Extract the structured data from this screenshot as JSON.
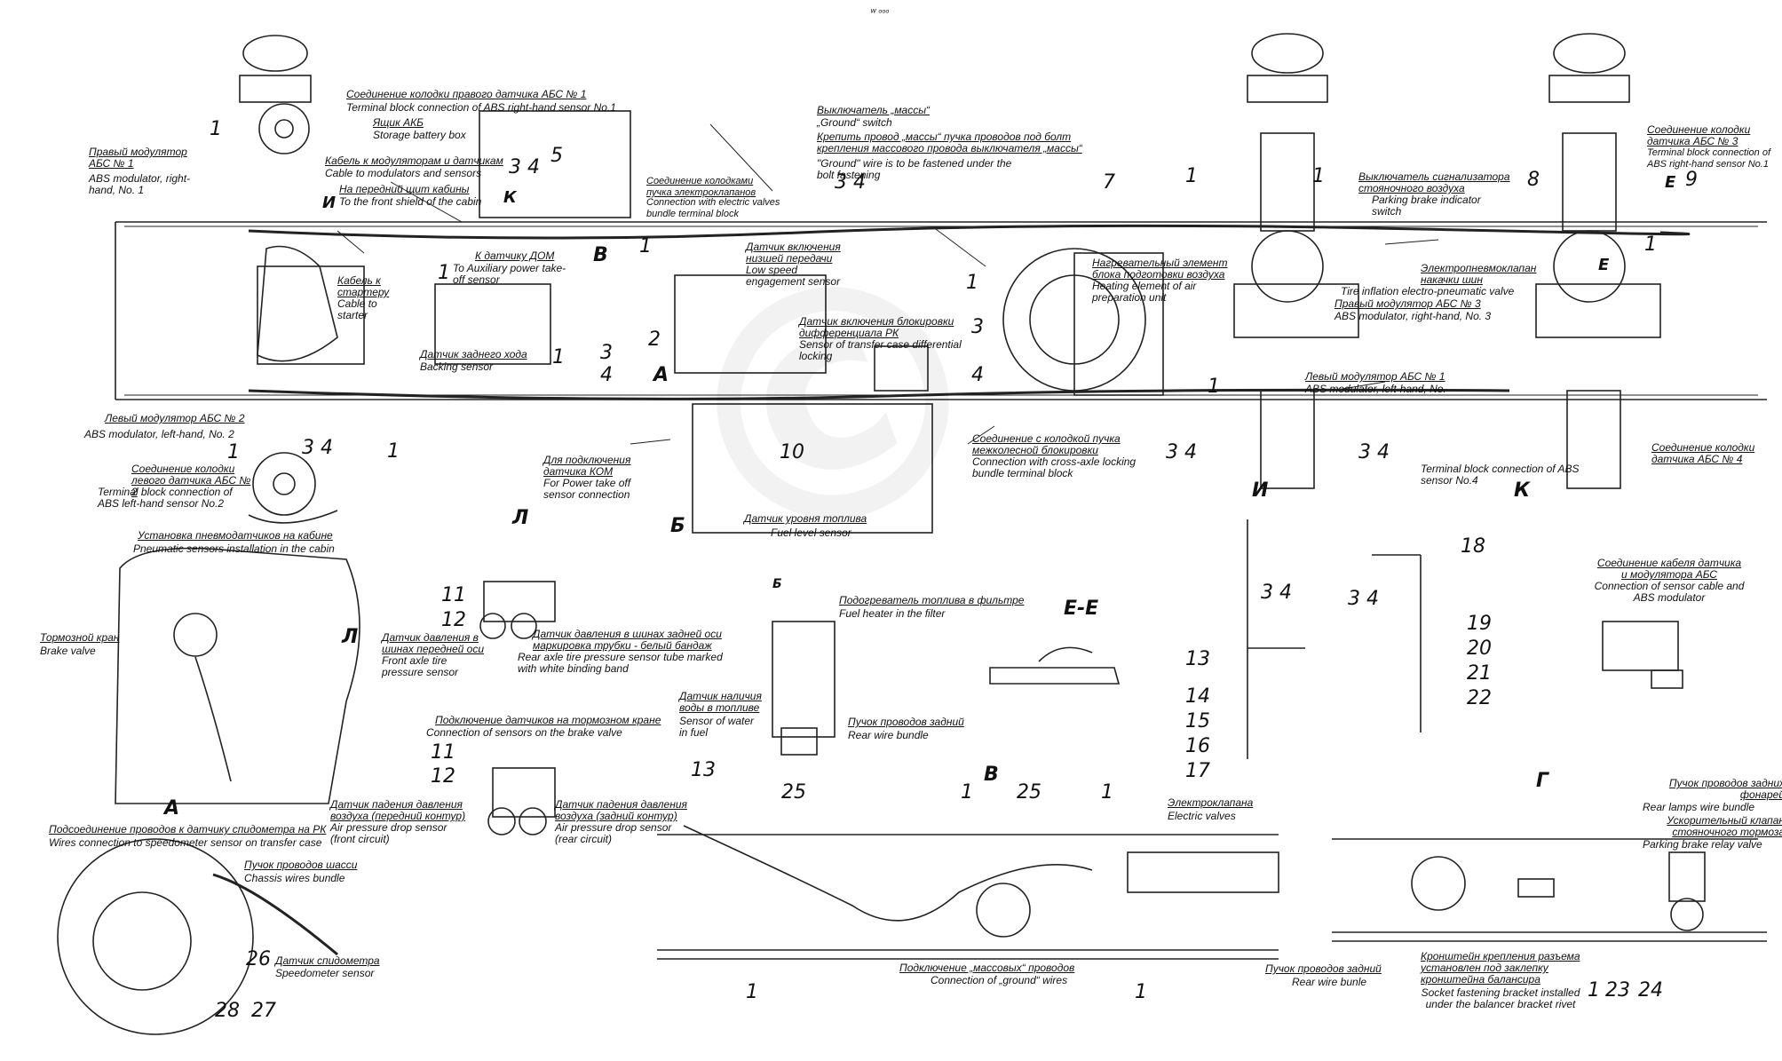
{
  "top_mark": "ᵂ ᵒᵒᵒ",
  "labels": {
    "abs1_conn_ru": "Соединение колодки правого датчика АБС № 1",
    "abs1_conn_en": "Terminal block connection of ABS right-hand sensor No.1",
    "battery_ru": "Ящик АКБ",
    "battery_en": "Storage battery box",
    "cable_mod_ru": "Кабель к модуляторам и датчикам",
    "cable_mod_en": "Cable to modulators and sensors",
    "front_shield_ru": "На передний щит кабины",
    "front_shield_en": "To the front shield of the cabin",
    "right_mod_ru": "Правый модулятор АБС № 1",
    "right_mod_en": "ABS modulator, right-hand, No. 1",
    "cable_starter_ru": "Кабель к стартеру",
    "cable_starter_en": "Cable to starter",
    "dom_ru": "К датчику ДОМ",
    "dom_en": "To Auxiliary power take-off sensor",
    "backing_ru": "Датчик заднего хода",
    "backing_en": "Backing sensor",
    "ground_switch_ru": "Выключатель „массы“",
    "ground_switch_en": "„Ground“ switch",
    "ground_fix_ru": "Крепить провод „массы“ пучка проводов под болт крепления массового провода выключателя „массы“",
    "ground_fix_en": "\"Ground\" wire is to be fastened under the bolt fastening",
    "ev_conn_ru": "Соединение колодками пучка электроклапанов",
    "ev_conn_en": "Connection with electric valves bundle terminal block",
    "low_speed_ru": "Датчик включения низшей передачи",
    "low_speed_en": "Low speed engagement sensor",
    "tc_diff_ru": "Датчик включения блокировки дифференциала РК",
    "tc_diff_en": "Sensor of transfer case differential locking",
    "heater_ru": "Нагревательный элемент блока подготовки воздуха",
    "heater_en": "Heating element of air preparation unit",
    "park_sw_ru": "Выключатель сигнализатора стояночного воздуха",
    "park_sw_en": "Parking brake indicator switch",
    "tire_valve_ru": "Электропневмоклапан накачки шин",
    "tire_valve_en": "Tire inflation electro-pneumatic valve",
    "abs3_mod_ru": "Правый модулятор АБС № 3",
    "abs3_mod_en": "ABS modulator, right-hand, No. 3",
    "abs3_conn_ru": "Соединение колодки датчика АБС № 3",
    "abs3_conn_en": "Terminal block connection of ABS right-hand sensor No.1",
    "left_mod1_ru": "Левый модулятор АБС № 1",
    "left_mod1_en": "ABS modulator, left-hand, No.",
    "left_mod2_ru": "Левый модулятор АБС № 2",
    "left_mod2_en": "ABS modulator, left-hand, No. 2",
    "abs2_conn_ru": "Соединение колодки левого датчика АБС № 2",
    "abs2_conn_en": "Terminal block connection of ABS left-hand sensor No.2",
    "kom_ru": "Для подключения датчика КОМ",
    "kom_en": "For Power take off sensor connection",
    "fuel_level_ru": "Датчик уровня топлива",
    "fuel_level_en": "Fuel level sensor",
    "cross_axle_ru": "Соединение с колодкой пучка межколесной блокировки",
    "cross_axle_en": "Connection with cross-axle locking bundle terminal block",
    "abs4_conn_ru": "Соединение колодки датчика АБС № 4",
    "abs4_conn_en": "Terminal block connection of ABS sensor No.4",
    "pneumo_ru": "Установка пневмодатчиков на кабине",
    "pneumo_en": "Pneumatic sensors installation in the cabin",
    "brake_valve_ru": "Тормозной кран",
    "brake_valve_en": "Brake valve",
    "front_tire_ru": "Датчик давления в шинах передней оси",
    "front_tire_en": "Front axle tire pressure sensor",
    "rear_tire_ru": "Датчик давления в шинах задней оси маркировка трубки - белый бандаж",
    "rear_tire_en": "Rear axle tire pressure sensor tube marked with white binding band",
    "fuel_heater_ru": "Подогреватель топлива в фильтре",
    "fuel_heater_en": "Fuel heater in the filter",
    "water_ru": "Датчик наличия воды в топливе",
    "water_en": "Sensor of water in fuel",
    "rear_bundle_ru": "Пучок проводов задний",
    "rear_bundle_en": "Rear wire bundle",
    "sensor_abs_ru": "Соединение кабеля датчика и модулятора АБС",
    "sensor_abs_en": "Connection of sensor cable and ABS modulator",
    "brake_conn_ru": "Подключение датчиков на тормозном кране",
    "brake_conn_en": "Connection of sensors on the brake valve",
    "air_front_ru": "Датчик падения давления воздуха (передний контур)",
    "air_front_en": "Air pressure drop sensor (front circuit)",
    "air_rear_ru": "Датчик падения давления воздуха (задний контур)",
    "air_rear_en": "Air pressure drop sensor (rear circuit)",
    "speedo_conn_ru": "Подсоединение проводов к датчику спидометра на РК",
    "speedo_conn_en": "Wires connection to speedometer sensor on transfer case",
    "chassis_ru": "Пучок проводов шасси",
    "chassis_en": "Chassis wires bundle",
    "speedo_ru": "Датчик спидометра",
    "speedo_en": "Speedometer sensor",
    "ev_ru": "Электроклапана",
    "ev_en": "Electric valves",
    "ground_wires_ru": "Подключение „массовых“ проводов",
    "ground_wires_en": "Connection of „ground“ wires",
    "rear_bunle_ru": "Пучок проводов задний",
    "rear_bunle_en": "Rear wire bunle",
    "socket_ru": "Кронштейн крепления разъема установлен под заклепку кронштейна балансира",
    "socket_en": "Socket fastening bracket installed under the balancer bracket rivet",
    "rear_lamps_ru": "Пучок проводов задних фонарей",
    "rear_lamps_en": "Rear lamps wire bundle",
    "relay_ru": "Ускорительный клапан стояночного тормоза",
    "relay_en": "Parking brake relay valve"
  },
  "views": {
    "A": "А",
    "B": "Б",
    "V": "В",
    "G": "Г",
    "I": "И",
    "K": "К",
    "L": "Л",
    "EE": "Е-Е",
    "E": "Е",
    "L_arrow": "Л"
  },
  "numbers": {
    "n1": "1",
    "n2": "2",
    "n3": "3",
    "n4": "4",
    "n5": "5",
    "n7": "7",
    "n8": "8",
    "n9": "9",
    "n10": "10",
    "n11": "11",
    "n12": "12",
    "n13": "13",
    "n14": "14",
    "n15": "15",
    "n16": "16",
    "n17": "17",
    "n18": "18",
    "n19": "19",
    "n20": "20",
    "n21": "21",
    "n22": "22",
    "n23": "23",
    "n24": "24",
    "n25": "25",
    "n26": "26",
    "n27": "27",
    "n28": "28",
    "n34": "3 4"
  }
}
